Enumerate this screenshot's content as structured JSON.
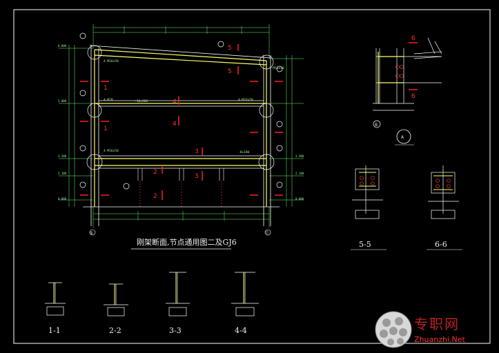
{
  "main_title": "刚架断面,节点通用图二及GJ6",
  "axis_labels": {
    "left": "①",
    "right": "Ⓒ"
  },
  "detail_labels": {
    "a": "A",
    "b": "B"
  },
  "section_labels": [
    "1-1",
    "2-2",
    "3-3",
    "4-4",
    "5-5",
    "6-6"
  ],
  "section_marks": [
    "1",
    "2",
    "3",
    "4",
    "5",
    "6"
  ],
  "elevations": [
    "8.000",
    "5.000",
    "3.500",
    "2.100",
    "0.000"
  ],
  "annotations": [
    "-10x200",
    "4-M20",
    "-8x180",
    "4-M16x50"
  ],
  "watermark": {
    "cn": "专职网",
    "en": "Zhuanzhi.Net"
  },
  "colors": {
    "member": "#ffff66",
    "grid": "#ffffff",
    "dim": "#66ff66",
    "section": "#ff2020",
    "bg": "#000000"
  }
}
